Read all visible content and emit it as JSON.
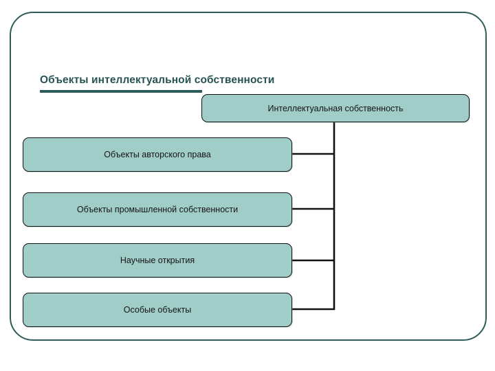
{
  "slide": {
    "title": "Объекты интеллектуальной собственности",
    "frame_color": "#2f5c59",
    "title_color": "#275453",
    "node_fill": "#a0cdc8",
    "node_border": "#111111",
    "connector_color": "#111111",
    "background": "#ffffff"
  },
  "diagram": {
    "type": "hierarchy",
    "root": {
      "label": "Интеллектуальная собственность"
    },
    "children": [
      {
        "label": "Объекты авторского права"
      },
      {
        "label": "Объекты промышленной собственности"
      },
      {
        "label": "Научные открытия"
      },
      {
        "label": "Особые объекты"
      }
    ]
  }
}
